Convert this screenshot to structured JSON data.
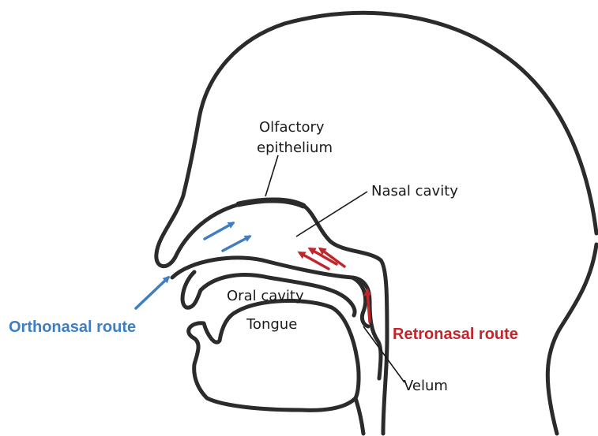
{
  "labels": {
    "olfactory_line1": "Olfactory",
    "olfactory_line2": "epithelium",
    "nasal_cavity": "Nasal cavity",
    "oral_cavity": "Oral cavity",
    "tongue": "Tongue",
    "velum": "Velum",
    "orthonasal_route": "Orthonasal route",
    "retronasal_route": "Retronasal route"
  },
  "colors": {
    "outline": "#2b2b2b",
    "orthonasal": "#3f7fc1",
    "retronasal": "#c0272d",
    "text": "#1a1a1a"
  }
}
